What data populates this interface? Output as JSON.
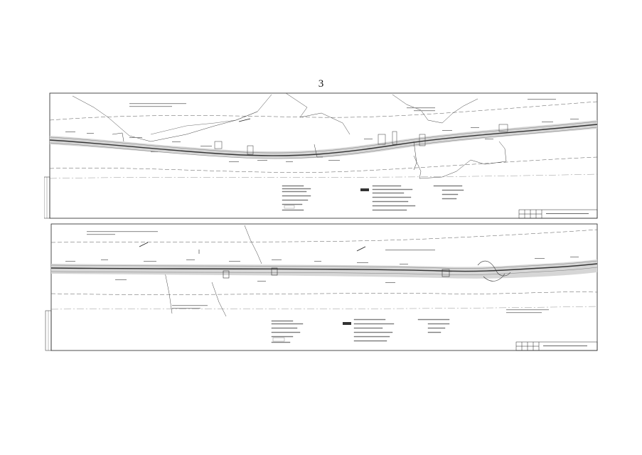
{
  "page": {
    "number": "3"
  },
  "sheets": [
    {
      "id": "sheet-1"
    },
    {
      "id": "sheet-2"
    }
  ],
  "colors": {
    "ink": "#222222",
    "road_fill": "#9a9a9a",
    "hatch": "#c8c8c8"
  }
}
